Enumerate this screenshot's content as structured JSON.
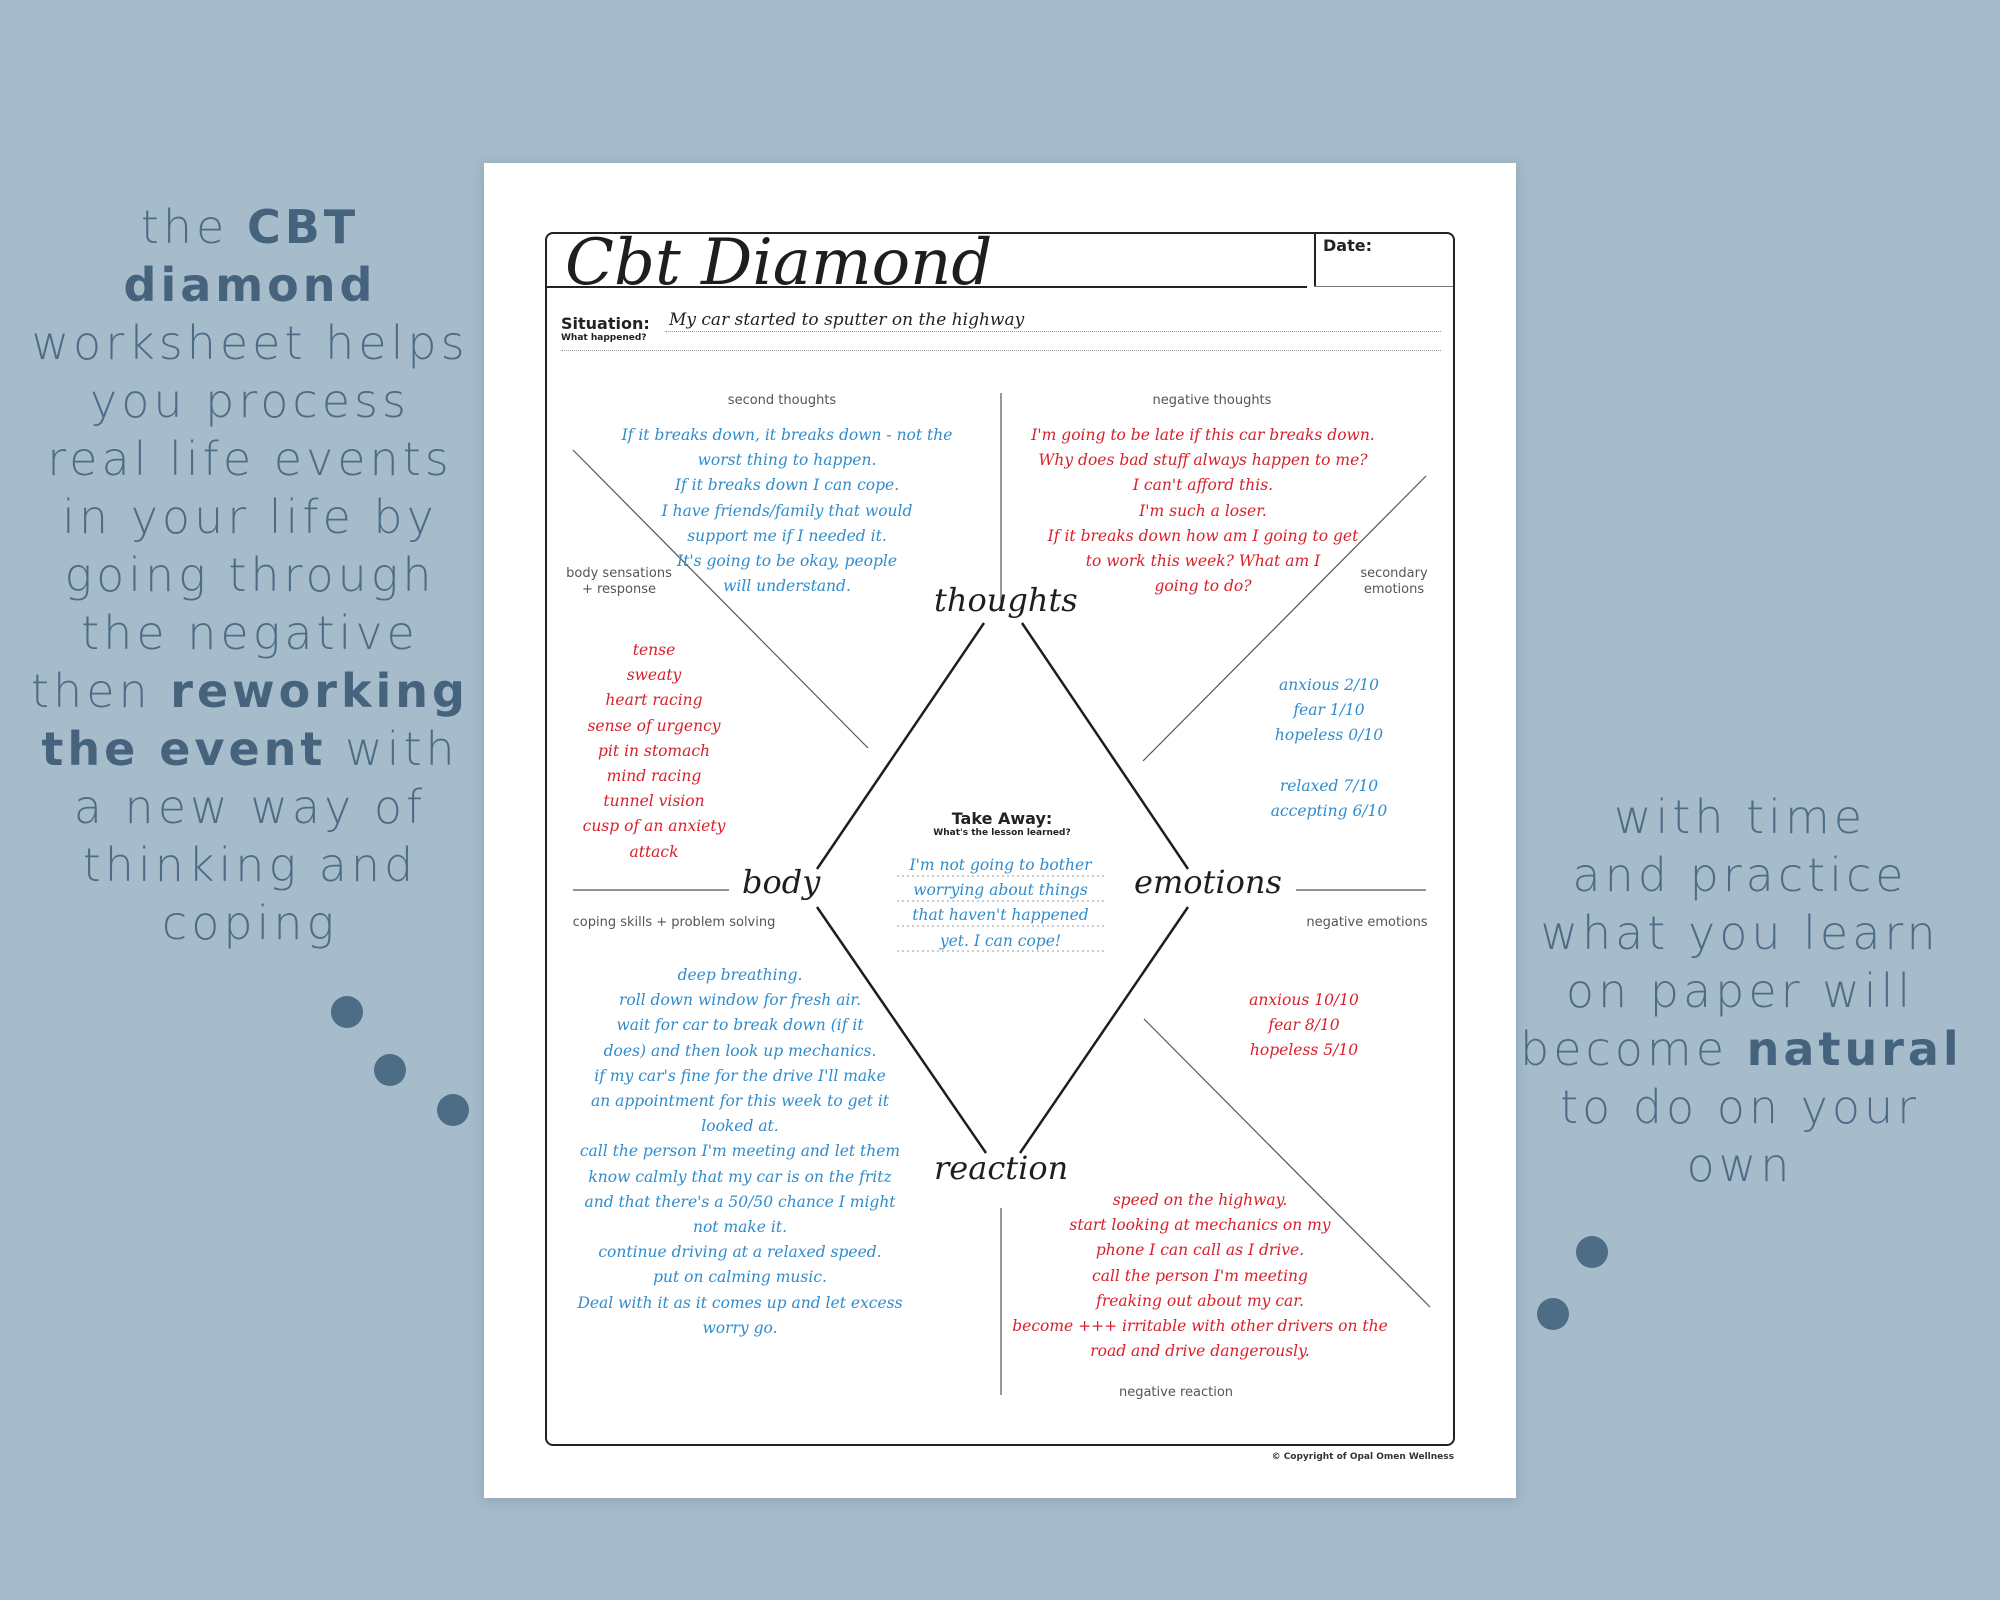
{
  "promo_left": {
    "lines": [
      [
        {
          "t": "the "
        },
        {
          "t": "CBT",
          "b": true
        }
      ],
      [
        {
          "t": "diamond",
          "b": true
        }
      ],
      [
        {
          "t": "worksheet helps"
        }
      ],
      [
        {
          "t": "you process"
        }
      ],
      [
        {
          "t": "real life events"
        }
      ],
      [
        {
          "t": "in your life by"
        }
      ],
      [
        {
          "t": "going through"
        }
      ],
      [
        {
          "t": "the negative"
        }
      ],
      [
        {
          "t": "then "
        },
        {
          "t": "reworking",
          "b": true
        }
      ],
      [
        {
          "t": "the event",
          "b": true
        },
        {
          "t": " with"
        }
      ],
      [
        {
          "t": "a new way of"
        }
      ],
      [
        {
          "t": "thinking and"
        }
      ],
      [
        {
          "t": "coping"
        }
      ]
    ]
  },
  "promo_right": {
    "lines": [
      [
        {
          "t": "with time"
        }
      ],
      [
        {
          "t": "and practice"
        }
      ],
      [
        {
          "t": "what you learn"
        }
      ],
      [
        {
          "t": "on paper will"
        }
      ],
      [
        {
          "t": "become "
        },
        {
          "t": "natural",
          "b": true
        }
      ],
      [
        {
          "t": "to do on your"
        }
      ],
      [
        {
          "t": "own"
        }
      ]
    ]
  },
  "worksheet": {
    "title": "Cbt Diamond",
    "date_label": "Date:",
    "situation_label": "Situation:",
    "situation_sublabel": "What happened?",
    "situation_value": "My car started to sputter on the highway",
    "section_labels": {
      "second_thoughts": "second thoughts",
      "negative_thoughts": "negative thoughts",
      "body_sensations": [
        "body sensations",
        "+ response"
      ],
      "secondary_emotions": [
        "secondary",
        "emotions"
      ],
      "coping_skills": "coping skills + problem solving",
      "negative_emotions": "negative emotions",
      "negative_reaction": "negative reaction"
    },
    "corners": {
      "thoughts": "thoughts",
      "body": "body",
      "emotions": "emotions",
      "reaction": "reaction"
    },
    "second_thoughts": [
      "If it breaks down, it breaks down - not the",
      "worst thing to happen.",
      "If it breaks down I can cope.",
      "I have friends/family that would",
      "support me if I needed it.",
      "It's going to be okay, people",
      "will understand."
    ],
    "negative_thoughts": [
      "I'm going to be late if this car breaks down.",
      "Why does bad stuff always happen to me?",
      "I can't afford this.",
      "I'm such a loser.",
      "If it breaks down how am I going to get",
      "to work this week? What am I",
      "going to do?"
    ],
    "body_sensations": [
      "tense",
      "sweaty",
      "heart racing",
      "sense of urgency",
      "pit in stomach",
      "mind racing",
      "tunnel vision",
      "cusp of an anxiety",
      "attack"
    ],
    "secondary_emotions": [
      "anxious 2/10",
      "fear 1/10",
      "hopeless 0/10",
      "",
      "relaxed 7/10",
      "accepting 6/10"
    ],
    "takeaway": {
      "title": "Take Away:",
      "subtitle": "What's the lesson learned?",
      "lines": [
        "I'm not going to bother",
        "worrying about things",
        "that haven't happened",
        "yet. I can cope!"
      ]
    },
    "coping_skills": [
      "deep breathing.",
      "roll down window for fresh air.",
      "wait for car to break down (if it",
      "does) and then look up mechanics.",
      "if my car's fine for the drive I'll make",
      "an appointment for this week to get it",
      "looked at.",
      "call the person I'm meeting and let them",
      "know calmly that my car is on the fritz",
      "and that there's a 50/50 chance I might",
      "not make it.",
      "continue driving at a relaxed speed.",
      "put on calming music.",
      "Deal with it as it comes up and let excess",
      "worry go."
    ],
    "negative_emotions": [
      "anxious 10/10",
      "fear 8/10",
      "hopeless 5/10"
    ],
    "negative_reaction": [
      "speed on the highway.",
      "start looking at mechanics on my",
      "phone I can call as I drive.",
      "call the person I'm meeting",
      "freaking out about my car.",
      "become +++ irritable with other drivers on the",
      "road and drive dangerously."
    ],
    "copyright": "© Copyright of Opal Omen Wellness"
  },
  "colors": {
    "background": "#a6bccb",
    "promo_text": "#4d6c86",
    "handwriting_blue": "#2f8ccc",
    "handwriting_red": "#d8202a"
  }
}
